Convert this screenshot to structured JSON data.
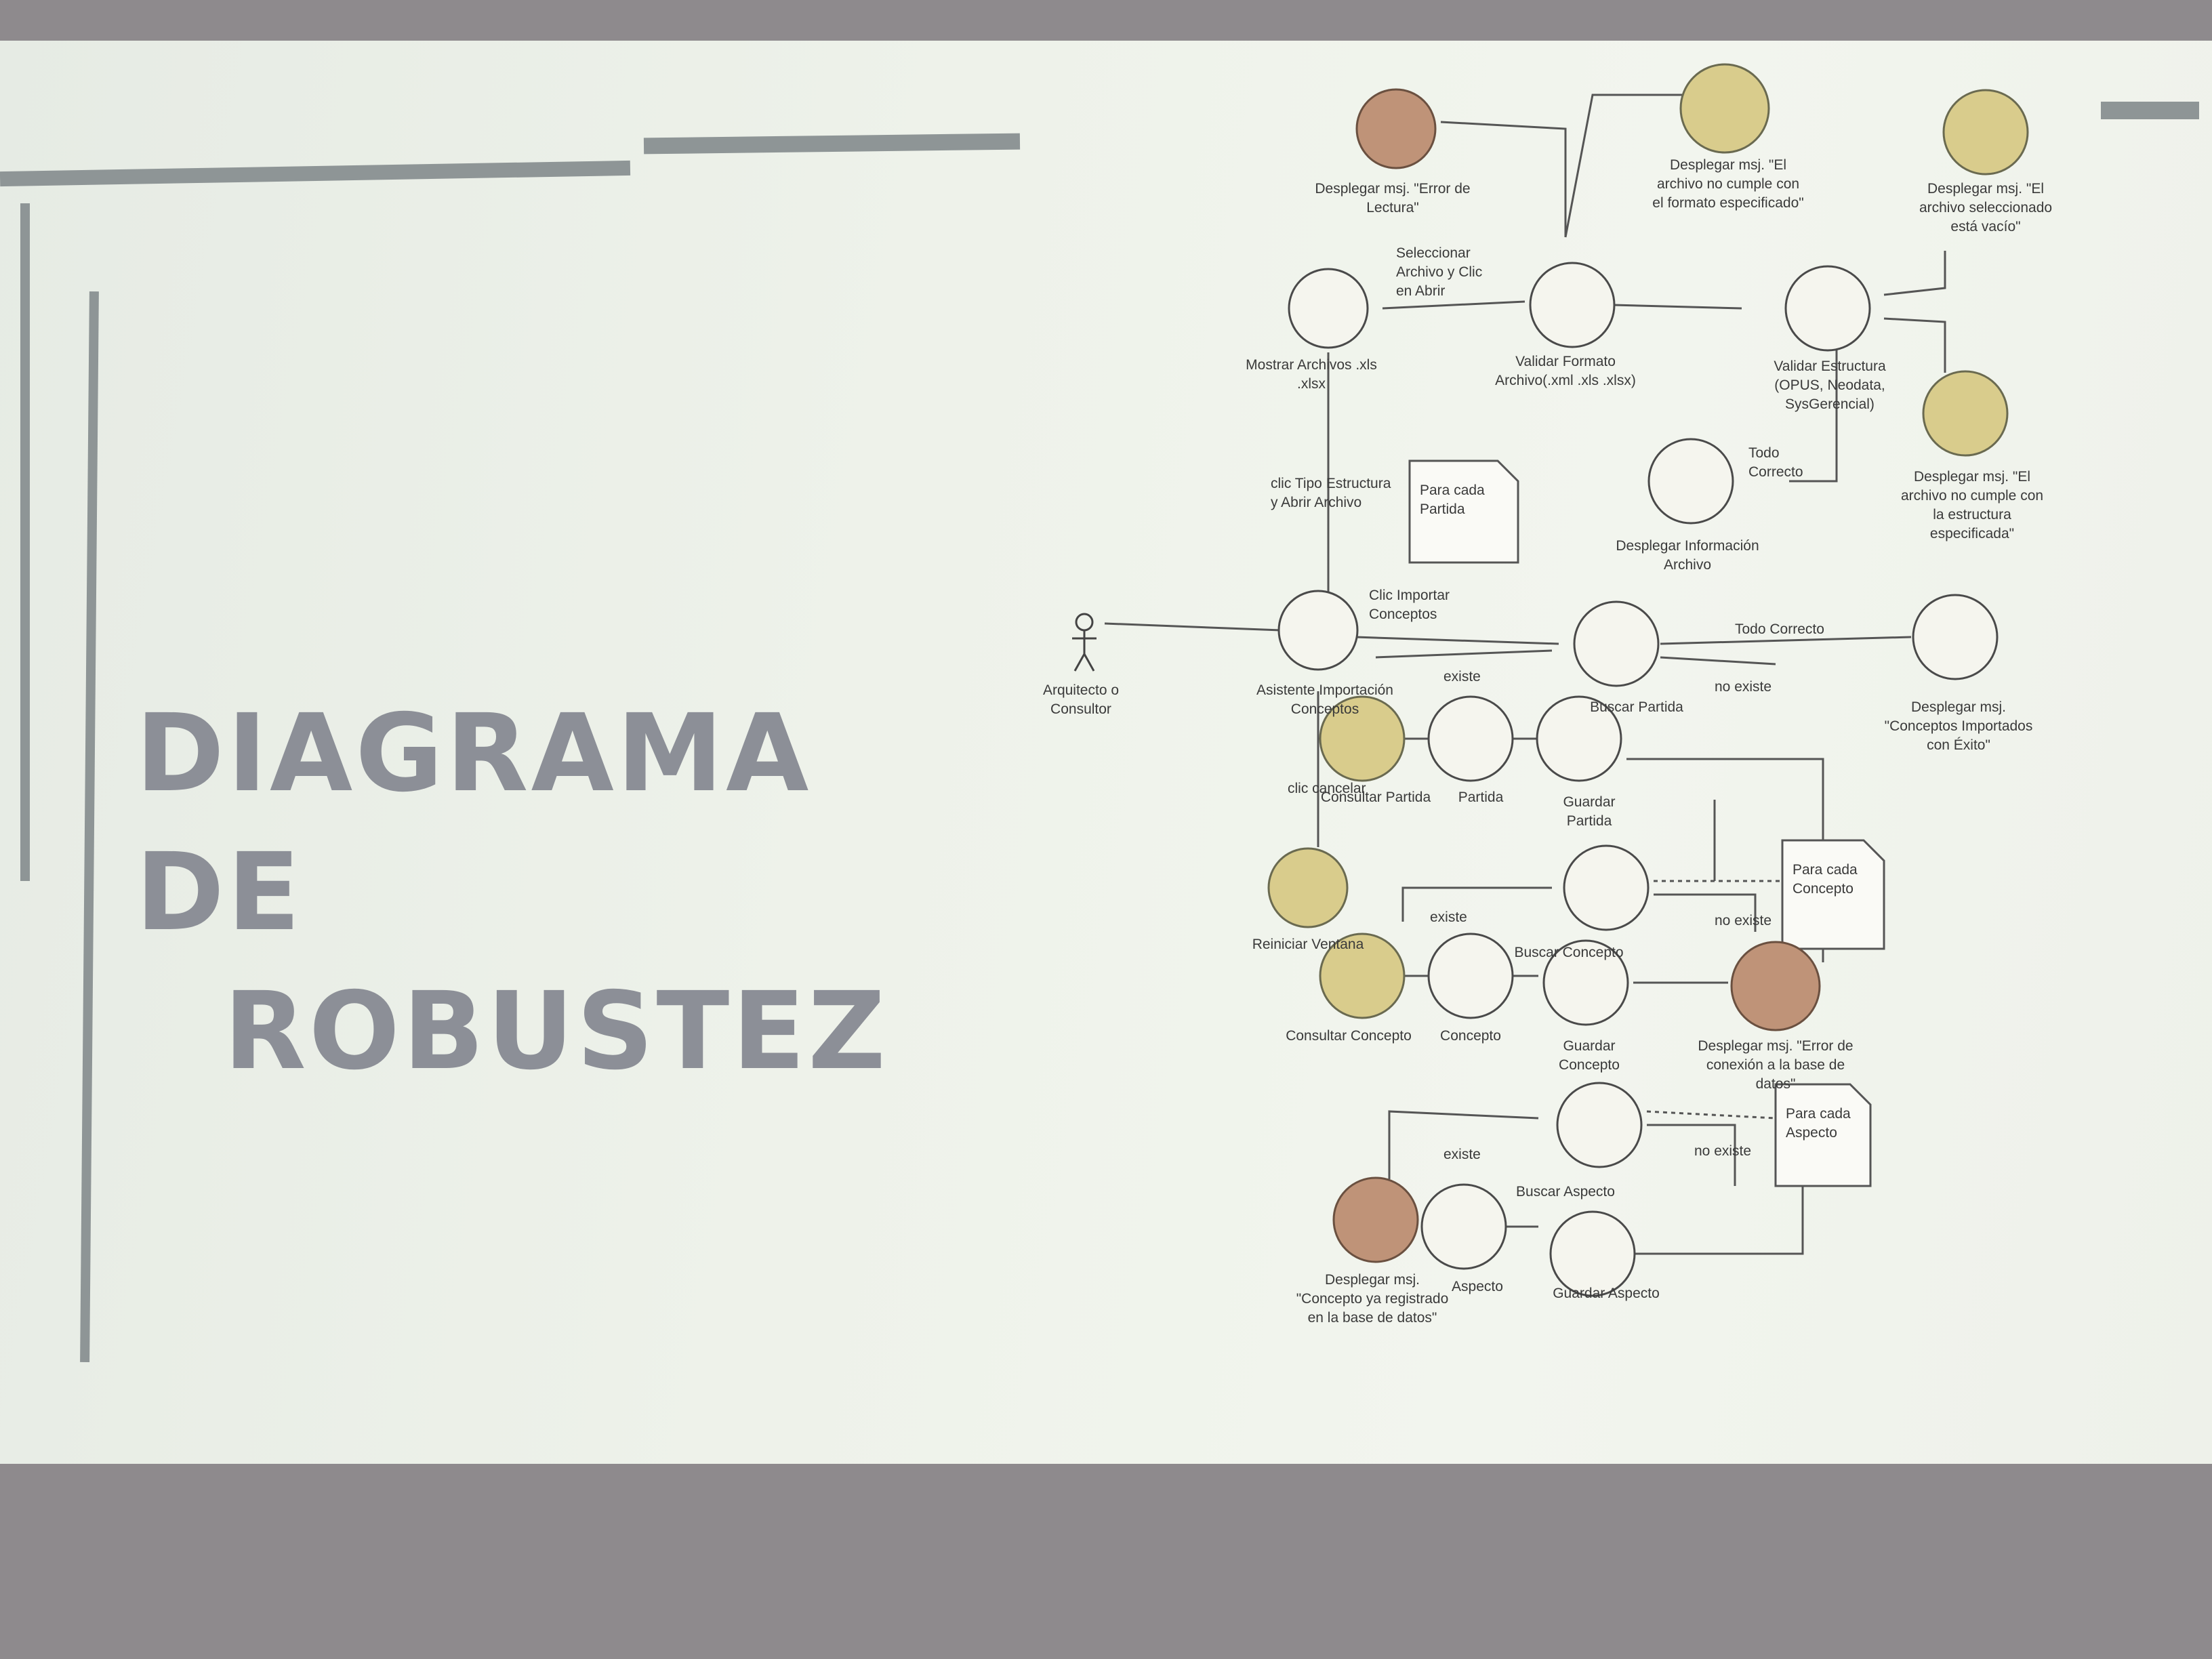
{
  "slide": {
    "title_line1": "DIAGRAMA DE",
    "title_line2": "ROBUSTEZ"
  },
  "colors": {
    "controller": "#f5f5ee",
    "controller_yellow": "#d9cc8c",
    "controller_red": "#bf9378",
    "title": "#8c8f97"
  },
  "diagram": {
    "actor": "Arquitecto o Consultor",
    "nodes": {
      "error_lectura": [
        "Desplegar msj. \"Error de",
        "Lectura\""
      ],
      "no_formato": [
        "Desplegar msj. \"El",
        "archivo no cumple con",
        "el formato especificado\""
      ],
      "vacio": [
        "Desplegar msj. \"El",
        "archivo seleccionado",
        "está vacío\""
      ],
      "mostrar": [
        "Mostrar Archivos .xls",
        ".xlsx"
      ],
      "validar_formato": [
        "Validar Formato",
        "Archivo(.xml .xls .xlsx)"
      ],
      "validar_estructura": [
        "Validar Estructura",
        "(OPUS, Neodata,",
        "SysGerencial)"
      ],
      "no_estructura": [
        "Desplegar msj. \"El",
        "archivo no cumple con",
        "la estructura",
        "especificada\""
      ],
      "desplegar_info": [
        "Desplegar Información",
        "Archivo"
      ],
      "asistente": [
        "Asistente Importación",
        "Conceptos"
      ],
      "buscar_partida": [
        "Buscar Partida"
      ],
      "importados": [
        "Desplegar msj.",
        "\"Conceptos Importados",
        "con Éxito\""
      ],
      "consultar_partida": [
        "Consultar Partida"
      ],
      "partida": [
        "Partida"
      ],
      "guardar_partida": [
        "Guardar",
        "Partida"
      ],
      "reiniciar": [
        "Reiniciar Ventana"
      ],
      "buscar_concepto": [
        "Buscar Concepto"
      ],
      "consultar_concepto": [
        "Consultar Concepto"
      ],
      "concepto": [
        "Concepto"
      ],
      "guardar_concepto": [
        "Guardar",
        "Concepto"
      ],
      "error_conexion": [
        "Desplegar msj. \"Error de",
        "conexión a la base de",
        "datos\""
      ],
      "buscar_aspecto": [
        "Buscar Aspecto"
      ],
      "ya_registrado": [
        "Desplegar msj.",
        "\"Concepto ya registrado",
        "en la base de datos\""
      ],
      "aspecto": [
        "Aspecto"
      ],
      "guardar_aspecto": [
        "Guardar Aspecto"
      ]
    },
    "edge_labels": {
      "seleccionar": [
        "Seleccionar",
        "Archivo y Clic",
        "en Abrir"
      ],
      "clic_tipo": [
        "clic Tipo Estructura",
        "y Abrir Archivo"
      ],
      "clic_importar": [
        "Clic Importar",
        "Conceptos"
      ],
      "todo_correcto_1": [
        "Todo",
        "Correcto"
      ],
      "todo_correcto_2": [
        "Todo Correcto"
      ],
      "existe_1": "existe",
      "no_existe_1": "no existe",
      "clic_cancelar": "clic cancelar",
      "existe_2": "existe",
      "no_existe_2": "no existe",
      "existe_3": "existe",
      "no_existe_3": "no existe"
    },
    "notes": {
      "partida": [
        "Para cada",
        "Partida"
      ],
      "concepto": [
        "Para cada",
        "Concepto"
      ],
      "aspecto": [
        "Para cada",
        "Aspecto"
      ]
    }
  }
}
